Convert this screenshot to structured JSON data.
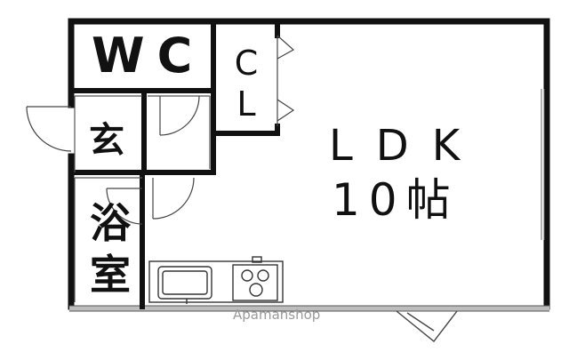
{
  "rooms": {
    "wc": "WC",
    "closet_line1": "C",
    "closet_line2": "L",
    "entrance": "玄",
    "bath_line1": "浴",
    "bath_line2": "室",
    "ldk": "LDK",
    "ldk_size": "10帖"
  },
  "watermark": "Apamanshop",
  "colors": {
    "wall": "#111111",
    "thin_line": "#555555",
    "watermark": "#9a9a9a"
  }
}
